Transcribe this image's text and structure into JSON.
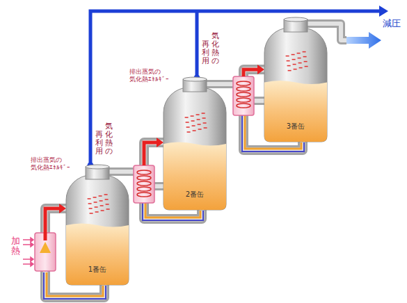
{
  "diagram": {
    "nodes": [
      {
        "text": [
          "1番缶"
        ]
      },
      {
        "text": [
          "2番缶"
        ]
      },
      {
        "text": [
          "3番缶"
        ]
      }
    ],
    "edges": [
      {
        "from": 0,
        "to": 1,
        "arrow": "none"
      },
      {
        "from": 1,
        "to": 2,
        "arrow": "none"
      }
    ],
    "labels": [
      "減圧",
      "気化熱の",
      "再利用",
      "排出蒸気の",
      "気化熱ｴﾈﾙｷﾞｰ",
      "気化熱の",
      "再利用",
      "排出蒸気の",
      "気化熱ｴﾈﾙｷﾞｰ",
      "加熱"
    ]
  }
}
